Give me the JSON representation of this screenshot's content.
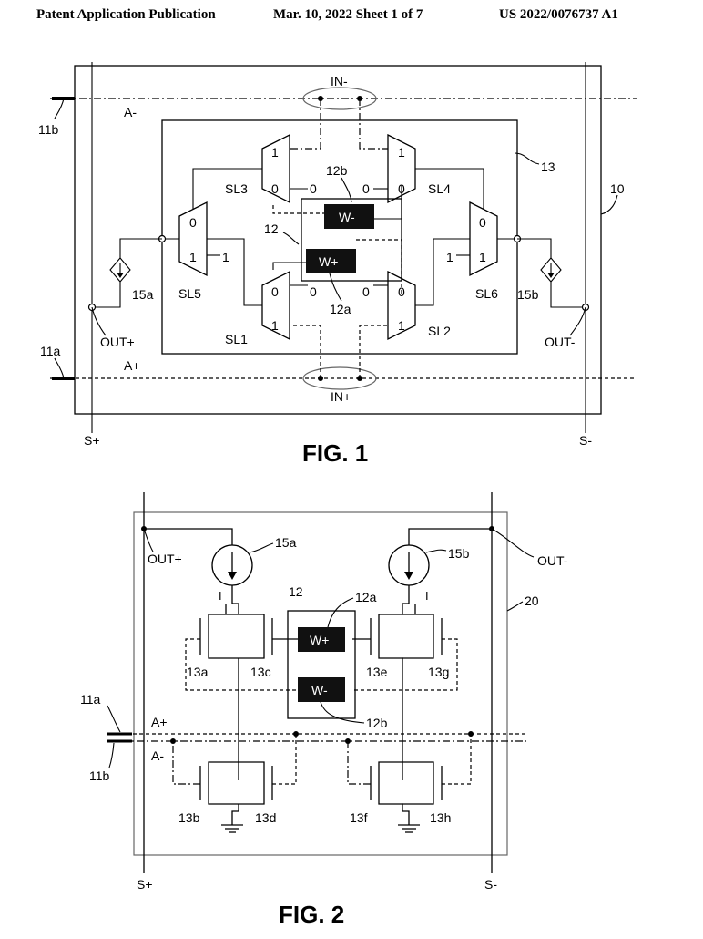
{
  "header": {
    "left": "Patent Application Publication",
    "middle": "Mar. 10, 2022  Sheet 1 of 7",
    "right": "US 2022/0076737 A1"
  },
  "fig1": {
    "caption": "FIG. 1",
    "labels": {
      "in_minus": "IN-",
      "in_plus": "IN+",
      "a_minus": "A-",
      "a_plus": "A+",
      "l11a": "11a",
      "l11b": "11b",
      "l10": "10",
      "l13": "13",
      "l12": "12",
      "l12a": "12a",
      "l12b": "12b",
      "l15a": "15a",
      "l15b": "15b",
      "out_plus": "OUT+",
      "out_minus": "OUT-",
      "s_plus": "S+",
      "s_minus": "S-",
      "sl1": "SL1",
      "sl2": "SL2",
      "sl3": "SL3",
      "sl4": "SL4",
      "sl5": "SL5",
      "sl6": "SL6",
      "w_plus": "W+",
      "w_minus": "W-",
      "zero": "0",
      "one": "1"
    }
  },
  "fig2": {
    "caption": "FIG. 2",
    "labels": {
      "out_plus": "OUT+",
      "out_minus": "OUT-",
      "l15a": "15a",
      "l15b": "15b",
      "l12": "12",
      "l12a": "12a",
      "l12b": "12b",
      "l20": "20",
      "i": "I",
      "w_plus": "W+",
      "w_minus": "W-",
      "l13a": "13a",
      "l13b": "13b",
      "l13c": "13c",
      "l13d": "13d",
      "l13e": "13e",
      "l13f": "13f",
      "l13g": "13g",
      "l13h": "13h",
      "l11a": "11a",
      "l11b": "11b",
      "a_plus": "A+",
      "a_minus": "A-",
      "s_plus": "S+",
      "s_minus": "S-"
    }
  }
}
